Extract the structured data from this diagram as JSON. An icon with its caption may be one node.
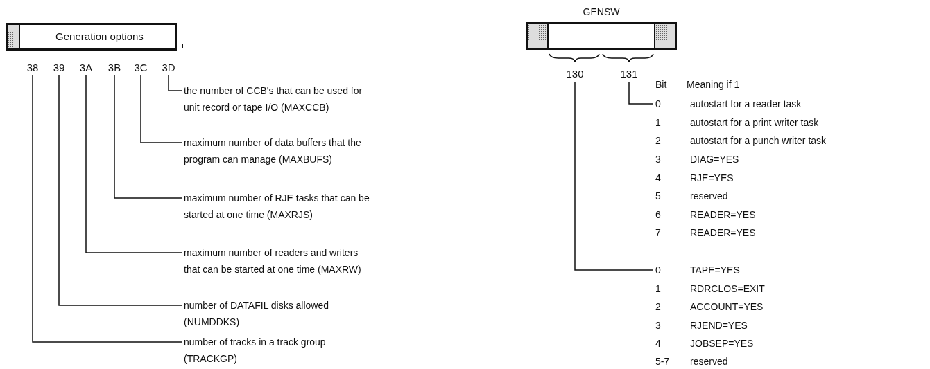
{
  "diagram": {
    "nodes": [
      {
        "text": [
          "Generation options"
        ]
      },
      {
        "text": [
          "38"
        ]
      },
      {
        "text": [
          "39"
        ]
      },
      {
        "text": [
          "3A"
        ]
      },
      {
        "text": [
          "3B"
        ]
      },
      {
        "text": [
          "3C"
        ]
      },
      {
        "text": [
          "3D"
        ]
      },
      {
        "text": [
          "the number of CCB's that can be used for unit record or tape I/O (MAXCCB)"
        ]
      },
      {
        "text": [
          "maximum number of data buffers that the program can manage (MAXBUFS)"
        ]
      },
      {
        "text": [
          "maximum number of RJE tasks that can be started at one time (MAXRJS)"
        ]
      },
      {
        "text": [
          "maximum number of readers and writers that can be started at one time (MAXRW)"
        ]
      },
      {
        "text": [
          "number of DATAFIL disks allowed (NUMDDKS)"
        ]
      },
      {
        "text": [
          "number of tracks in a track group (TRACKGP)"
        ]
      },
      {
        "text": [
          "GENSW"
        ]
      },
      {
        "text": [
          "130"
        ]
      },
      {
        "text": [
          "131"
        ]
      },
      {
        "text": [
          "0"
        ]
      },
      {
        "text": [
          "0"
        ]
      }
    ],
    "edges": [
      {
        "from": 6,
        "to": 7,
        "arrow": "none"
      },
      {
        "from": 5,
        "to": 8,
        "arrow": "none"
      },
      {
        "from": 4,
        "to": 9,
        "arrow": "none"
      },
      {
        "from": 3,
        "to": 10,
        "arrow": "none"
      },
      {
        "from": 2,
        "to": 11,
        "arrow": "none"
      },
      {
        "from": 1,
        "to": 12,
        "arrow": "none"
      },
      {
        "from": 15,
        "to": 16,
        "arrow": "none"
      },
      {
        "from": 14,
        "to": 17,
        "arrow": "none"
      }
    ],
    "labels": [
      "Bit",
      "Meaning if 1",
      "autostart for a reader task",
      "1",
      "autostart for a print writer task",
      "2",
      "autostart for a punch writer task",
      "3",
      "DIAG=YES",
      "4",
      "RJE=YES",
      "5",
      "reserved",
      "6",
      "READER=YES",
      "7",
      "READER=YES",
      "TAPE=YES",
      "1",
      "RDRCLOS=EXIT",
      "2",
      "ACCOUNT=YES",
      "3",
      "RJEND=YES",
      "4",
      "JOBSEP=YES",
      "5-7",
      "reserved"
    ]
  }
}
